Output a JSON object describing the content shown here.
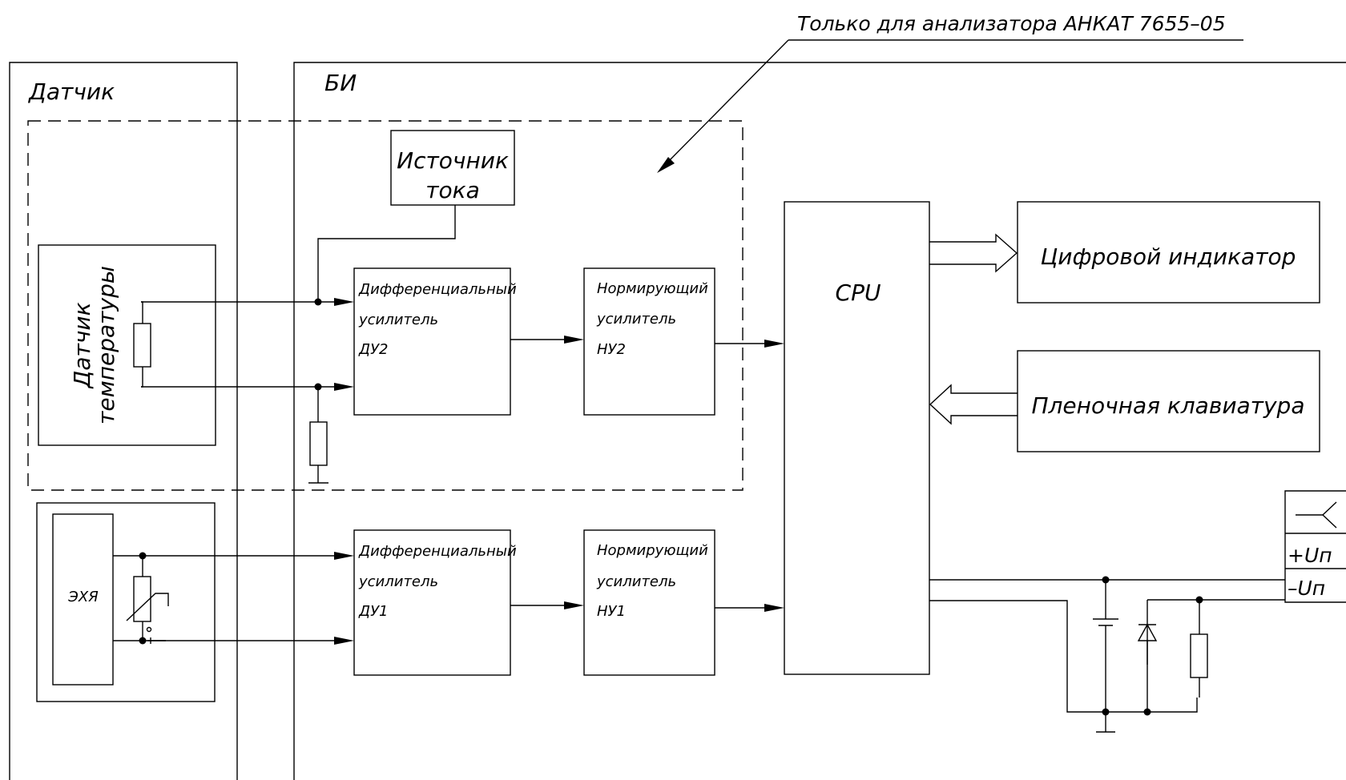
{
  "note": "Только для анализатора АНКАТ 7655–05",
  "sensor_panel": {
    "title": "Датчик"
  },
  "bi_panel": {
    "title": "БИ"
  },
  "current_source": {
    "line1": "Источник",
    "line2": "тока"
  },
  "temp_sensor": {
    "line1": "Датчик",
    "line2": "температуры"
  },
  "du2": {
    "line1": "Дифференциальный",
    "line2": "усилитель",
    "line3": "ДУ2"
  },
  "nu2": {
    "line1": "Нормирующий",
    "line2": "усилитель",
    "line3": "НУ2"
  },
  "du1": {
    "line1": "Дифференциальный",
    "line2": "усилитель",
    "line3": "ДУ1"
  },
  "nu1": {
    "line1": "Нормирующий",
    "line2": "усилитель",
    "line3": "НУ1"
  },
  "cpu": {
    "label": "CPU"
  },
  "digital_indicator": {
    "label": "Цифровой индикатор"
  },
  "keyboard": {
    "label": "Пленочная клавиатура"
  },
  "ech": {
    "label": "ЭХЯ"
  },
  "connector": {
    "plus": "+Uп",
    "minus": "–Uп"
  }
}
